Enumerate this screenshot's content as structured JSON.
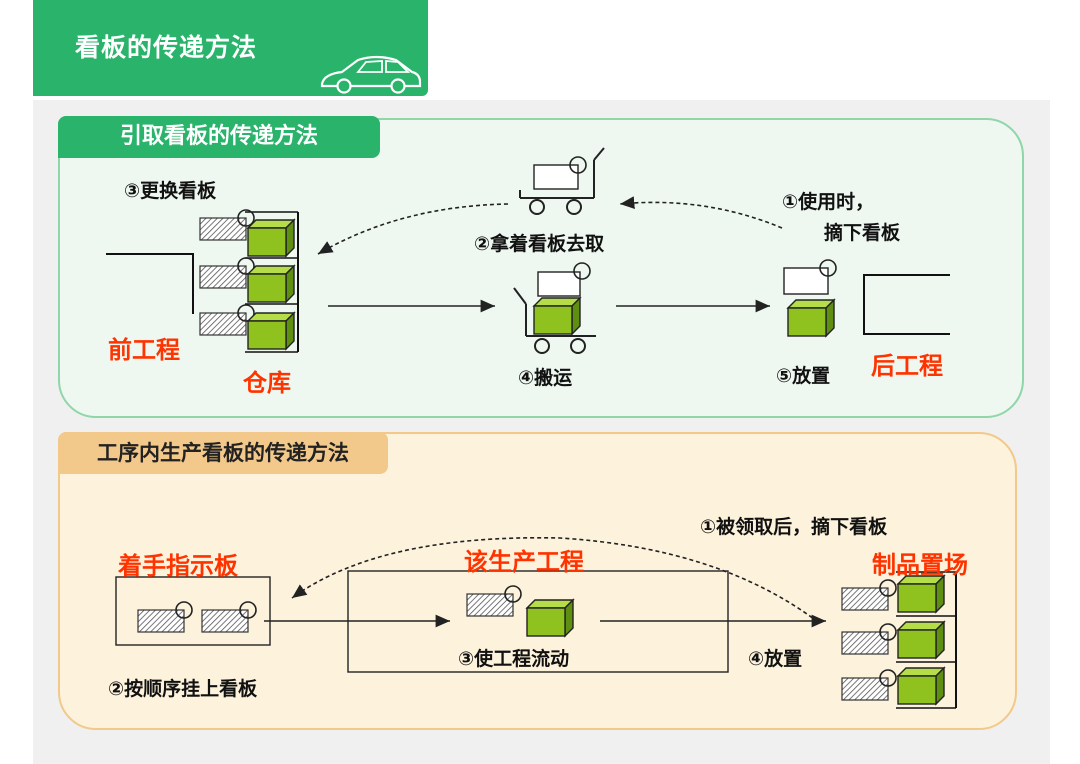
{
  "header": {
    "title": "看板的传递方法"
  },
  "section_withdrawal": {
    "title": "引取看板的传递方法",
    "step1_line1": "①使用时，",
    "step1_line2": "摘下看板",
    "step2": "②拿着看板去取",
    "step3": "③更换看板",
    "step4": "④搬运",
    "step5": "⑤放置",
    "preceding_process": "前工程",
    "warehouse": "仓库",
    "following_process": "后工程"
  },
  "section_production": {
    "title": "工序内生产看板的传递方法",
    "step1": "①被领取后，摘下看板",
    "step2": "②按顺序挂上看板",
    "step3": "③使工程流动",
    "step4": "④放置",
    "instruction_board": "着手指示板",
    "this_process": "该生产工程",
    "product_store": "制品置场"
  },
  "colors": {
    "header_green": "#29b36b",
    "box_green": "#8fc21f",
    "accent_red": "#ff3300",
    "panel_orange": "#f2c98a"
  }
}
